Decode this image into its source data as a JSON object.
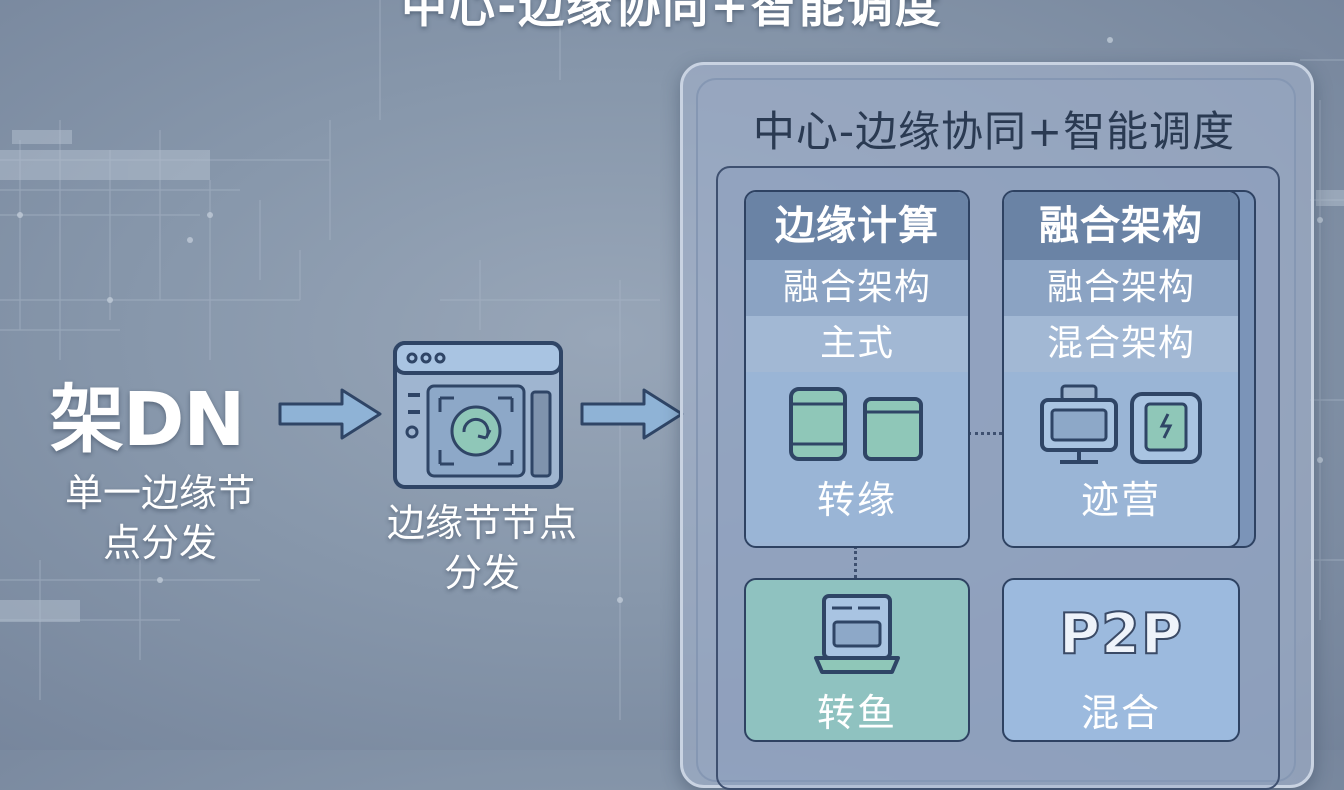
{
  "top_title": "中心-边缘协同+智能调度",
  "left": {
    "cdn": "架DN",
    "sub_line1": "单一边缘节",
    "sub_line2": "点分发"
  },
  "node": {
    "label_line1": "边缘节节点",
    "label_line2": "分发"
  },
  "panel": {
    "title": "中心-边缘协同+智能调度",
    "cards": [
      {
        "head": "边缘计算",
        "row1": "融合架构",
        "row2": "主式",
        "bottom": "转缘"
      },
      {
        "head": "融合架构",
        "row1": "融合架构",
        "row2": "混合架构",
        "bottom": "迹营"
      },
      {
        "bottom": "转鱼"
      },
      {
        "title": "P2P",
        "bottom": "混合"
      }
    ]
  },
  "colors": {
    "panel_title": "#2a3a52",
    "card_head": "#6a83a5",
    "card_fish": "#8fc2c0",
    "arrow": "#8fb3d6"
  }
}
